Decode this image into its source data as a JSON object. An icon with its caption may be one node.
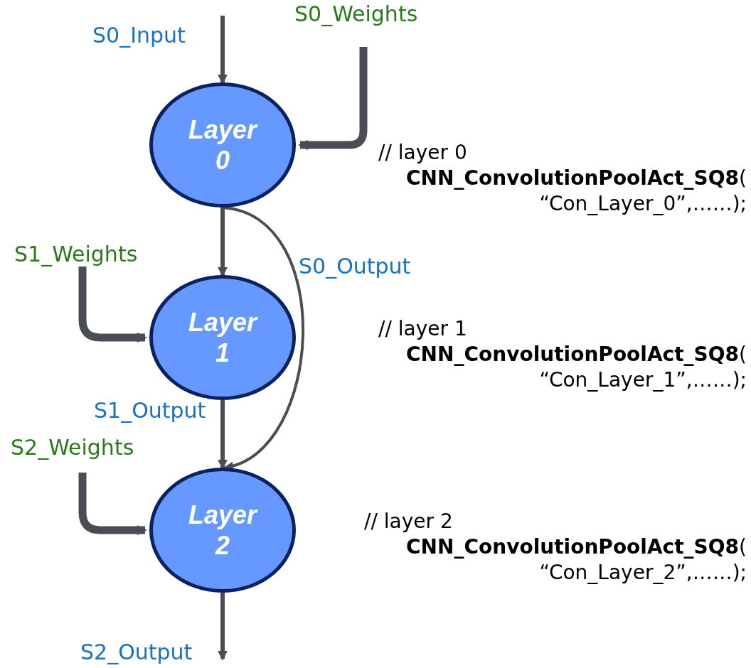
{
  "diagram": {
    "nodes": [
      {
        "text": [
          "Layer 0"
        ]
      },
      {
        "text": [
          "Layer 1"
        ]
      },
      {
        "text": [
          "Layer 2"
        ]
      }
    ],
    "edges": [
      {
        "from": null,
        "to": 0,
        "arrow": "to",
        "label": "S0_Input"
      },
      {
        "from": null,
        "to": 0,
        "arrow": "to",
        "label": "S0_Weights",
        "style": "thick"
      },
      {
        "from": 0,
        "to": 1,
        "arrow": "to"
      },
      {
        "from": 0,
        "to": 2,
        "arrow": "to",
        "label": "S0_Output"
      },
      {
        "from": null,
        "to": 1,
        "arrow": "to",
        "label": "S1_Weights",
        "style": "thick"
      },
      {
        "from": 1,
        "to": 2,
        "arrow": "to",
        "label": "S1_Output"
      },
      {
        "from": null,
        "to": 2,
        "arrow": "to",
        "label": "S2_Weights",
        "style": "thick"
      },
      {
        "from": 2,
        "to": null,
        "arrow": "to",
        "label": "S2_Output"
      }
    ],
    "labels": [
      "// layer 0",
      "**CNN_ConvolutionPoolAct_SQ8**(",
      "“Con_Layer_0”,……);",
      "// layer 1",
      "**CNN_ConvolutionPoolAct_SQ8**(",
      "“Con_Layer_1”,……);",
      "// layer 2",
      "**CNN_ConvolutionPoolAct_SQ8**(",
      "“Con_Layer_2”,……);"
    ]
  }
}
